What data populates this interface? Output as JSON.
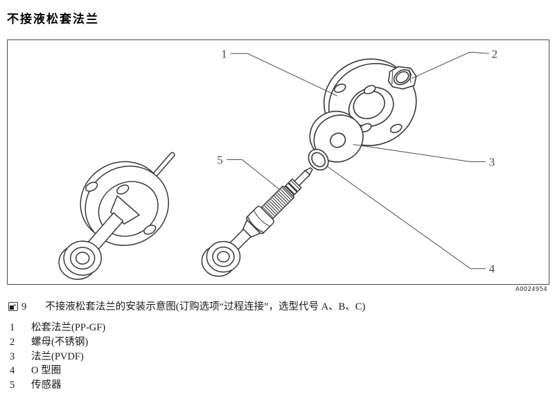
{
  "title": "不接液松套法兰",
  "figure": {
    "number": "9",
    "code": "A0024954",
    "caption": "不接液松套法兰的安装示意图(订购选项“过程连接”，选型代号 A、B、C)",
    "callouts": [
      "1",
      "2",
      "3",
      "4",
      "5"
    ]
  },
  "legend": [
    {
      "num": "1",
      "label": "松套法兰(PP-GF)"
    },
    {
      "num": "2",
      "label": "螺母(不锈钢)"
    },
    {
      "num": "3",
      "label": "法兰(PVDF)"
    },
    {
      "num": "4",
      "label": "O 型圈"
    },
    {
      "num": "5",
      "label": "传感器"
    }
  ],
  "colors": {
    "line": "#383838",
    "frame": "#4a4a4a",
    "text": "#1a1a1a"
  }
}
